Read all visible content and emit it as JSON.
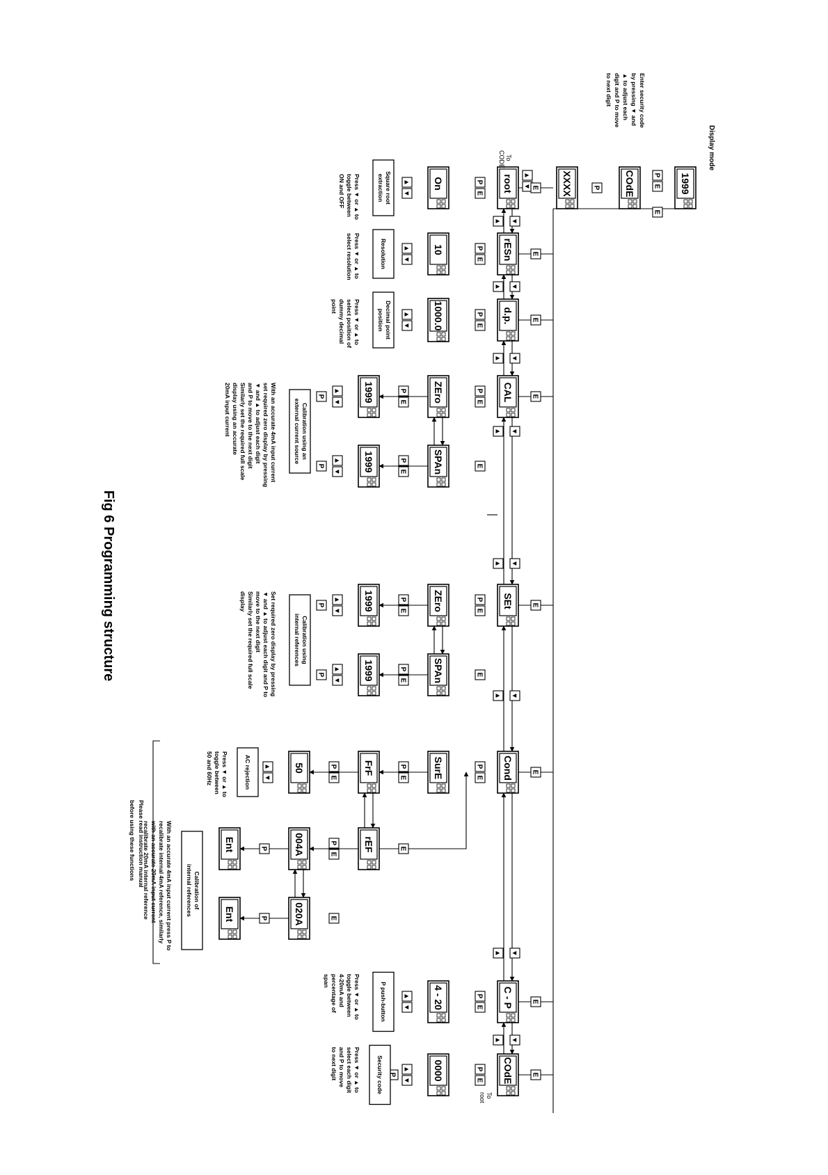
{
  "title": "Fig 6   Programming structure",
  "display_mode_label": "Display mode",
  "security_entry_note": [
    "Enter security code",
    "by pressing ▼ and",
    "▲ to adjust each",
    "digit and P to move",
    "to next digit"
  ],
  "to_code": [
    "To",
    "CODE"
  ],
  "to_root": [
    "To",
    "root"
  ],
  "please_read": [
    "Please read instruction manual",
    "before using these functions"
  ],
  "buttons": {
    "p": "P",
    "e": "E",
    "down": "▼",
    "up": "▲"
  },
  "mode_displays": {
    "display": "1999",
    "code": "COdE",
    "entry": "XXXX"
  },
  "main_menu": [
    {
      "id": "root",
      "label": "root"
    },
    {
      "id": "resn",
      "label": "rESn"
    },
    {
      "id": "dp",
      "label": "d.p."
    },
    {
      "id": "cal",
      "label": "CAL"
    },
    {
      "id": "set",
      "label": "SEt"
    },
    {
      "id": "cond",
      "label": "Cond"
    },
    {
      "id": "cp",
      "label": "C - P"
    },
    {
      "id": "code",
      "label": "COdE"
    }
  ],
  "sub_displays": {
    "root_value": "On",
    "resn_value": "10",
    "dp_value": "1000.0",
    "cal_zero": "ZEro",
    "cal_zero_value": "1999",
    "cal_span": "SPAn",
    "cal_span_value": "1999",
    "set_zero": "ZEro",
    "set_zero_value": "1999",
    "set_span": "SPAn",
    "set_span_value": "1999",
    "cond_surf": "SurE",
    "cond_frf": "FrF",
    "cond_frf_value": "50",
    "cond_ref": "rEF",
    "cond_004": "004A",
    "cond_020": "020A",
    "cond_ent1": "Ent",
    "cond_ent2": "Ent",
    "cp_value": "4 - 20",
    "code_value": "0000"
  },
  "labels": {
    "root": "Square root extraction",
    "resn": "Resolution",
    "dp": "Decimal point position",
    "cal": "Calibration using an external current source",
    "set": "Calibration using internal references",
    "cond_ac": "AC rejection",
    "cond_ref": "Calibration of internal references",
    "cp": "P push-button",
    "code": "Security code"
  },
  "notes": {
    "root": [
      "Press ▼ or ▲ to",
      "toggle between",
      "ON and OFF"
    ],
    "resn": [
      "Press ▼ or ▲ to",
      "select resolution"
    ],
    "dp": [
      "Press ▼ or ▲ to",
      "select position of",
      "dummy decimal",
      "point"
    ],
    "cal": [
      "With an accurate 4mA input current",
      "set required zero display by pressing",
      "▼ and ▲ to adjust each digit",
      "and P to move to the next digit",
      "Similarly set the required full scale",
      "display using an accurate",
      "20mA input current"
    ],
    "set": [
      "Set required zero display by pressing",
      "▼ and ▲ to adjust each digit and P to",
      "move to the next digit",
      "Similarly set the required full scale",
      "display"
    ],
    "cond_ac": [
      "Press ▼ or ▲ to",
      "toggle between",
      "50 and 60Hz"
    ],
    "cond_ref": [
      "With an accurate 4mA input current  press P to",
      "recalibrate internal 4mA reference, similarly",
      "with an accurate 20mA input current",
      "recalibrate 20mA internal reference"
    ],
    "cp": [
      "Press ▼ or ▲ to",
      "toggle between",
      "4-20mA and",
      "percentage of",
      "span"
    ],
    "code": [
      "Press ▼ or ▲ to",
      "select each digit",
      "and P to move",
      "to next digit"
    ]
  }
}
